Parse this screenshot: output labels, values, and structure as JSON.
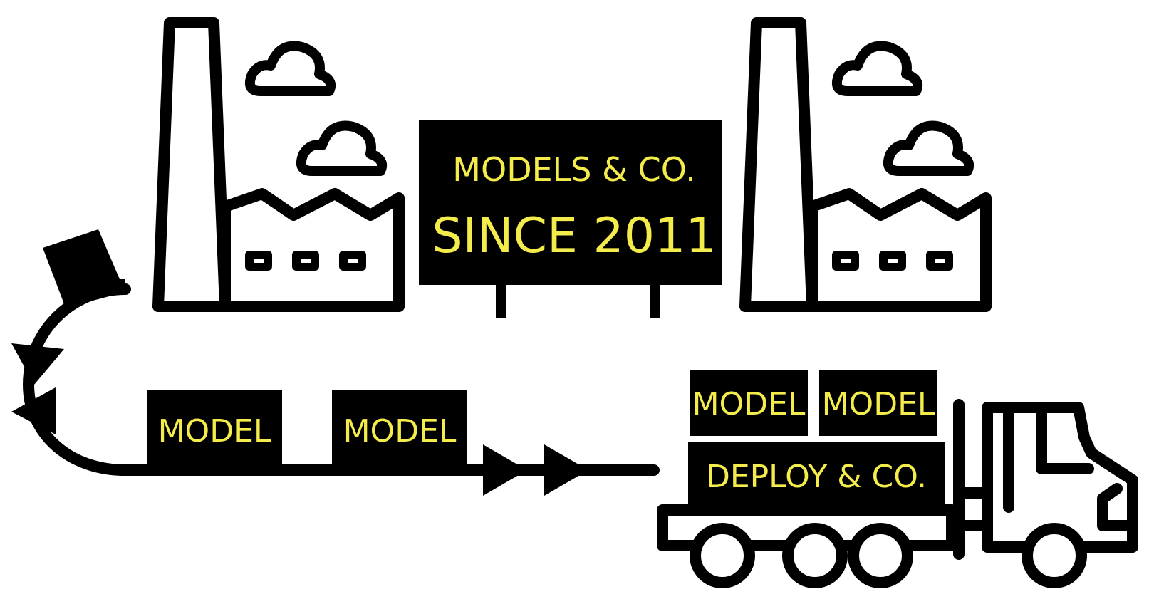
{
  "colors": {
    "ink": "#000000",
    "text_yellow": "#f4ec4a",
    "background": "#ffffff"
  },
  "sign": {
    "line1": "MODELS & CO.",
    "line2": "SINCE 2011"
  },
  "conveyor": {
    "box1": "MODEL",
    "box2": "MODEL"
  },
  "truck": {
    "cargo_top_left": "MODEL",
    "cargo_top_right": "MODEL",
    "cargo_bottom": "DEPLOY & CO."
  },
  "icons": {
    "left_factory": "factory-icon",
    "right_factory": "factory-icon",
    "hopper": "funnel-icon",
    "truck": "truck-icon"
  }
}
